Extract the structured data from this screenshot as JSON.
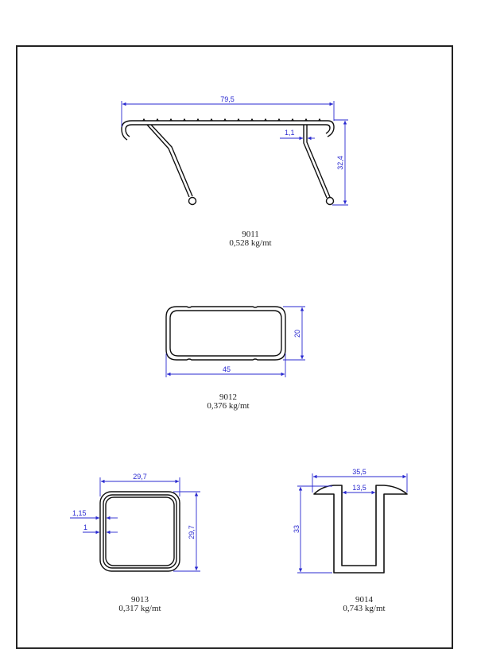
{
  "colors": {
    "outline": "#111111",
    "dimension": "#2a2ad0",
    "frame": "#222222",
    "background": "#ffffff"
  },
  "profiles": [
    {
      "code": "9011",
      "weight": "0,528 kg/mt",
      "dimensions": {
        "width": "79,5",
        "height": "32,4",
        "thickness": "1,1"
      }
    },
    {
      "code": "9012",
      "weight": "0,376 kg/mt",
      "dimensions": {
        "width": "45",
        "height": "20"
      }
    },
    {
      "code": "9013",
      "weight": "0,317 kg/mt",
      "dimensions": {
        "width": "29,7",
        "height": "29,7",
        "outer_thickness": "1,15",
        "inner_thickness": "1"
      }
    },
    {
      "code": "9014",
      "weight": "0,743 kg/mt",
      "dimensions": {
        "width": "35,5",
        "slot_width": "13,5",
        "height": "33"
      }
    }
  ]
}
